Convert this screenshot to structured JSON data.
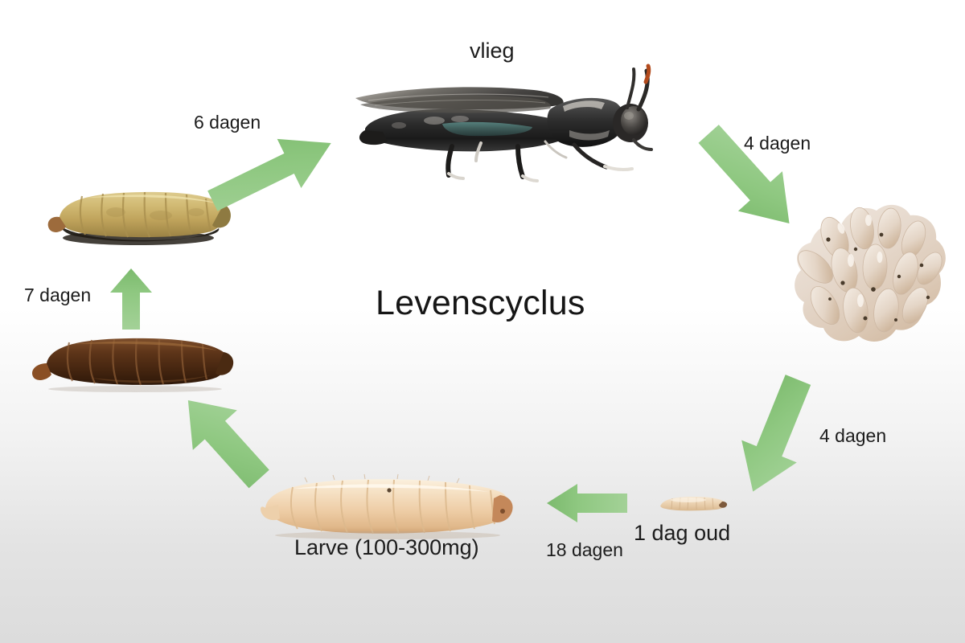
{
  "diagram": {
    "center_title": "Levenscyclus",
    "background_top_color": "#ffffff",
    "background_bottom_color": "#dcdcdc",
    "arrow_color": "#8fc881"
  },
  "stages": [
    {
      "id": "fly",
      "label": "vlieg",
      "organism": "black-soldier-fly"
    },
    {
      "id": "eggs",
      "label": "",
      "organism": "egg-cluster"
    },
    {
      "id": "neonate",
      "label": "1 dag oud",
      "organism": "neonate-larva"
    },
    {
      "id": "larva",
      "label": "Larve (100-300mg)",
      "organism": "mature-larva"
    },
    {
      "id": "prepupa",
      "label": "",
      "organism": "prepupa"
    },
    {
      "id": "pupa",
      "label": "",
      "organism": "pupa"
    }
  ],
  "transitions": [
    {
      "id": "fly-to-eggs",
      "label": "4 dagen"
    },
    {
      "id": "eggs-to-neonate",
      "label": "4 dagen"
    },
    {
      "id": "neonate-to-larva",
      "label": "18 dagen"
    },
    {
      "id": "larva-to-prepupa",
      "label": ""
    },
    {
      "id": "prepupa-to-pupa",
      "label": "7 dagen"
    },
    {
      "id": "pupa-to-fly",
      "label": "6 dagen"
    }
  ]
}
